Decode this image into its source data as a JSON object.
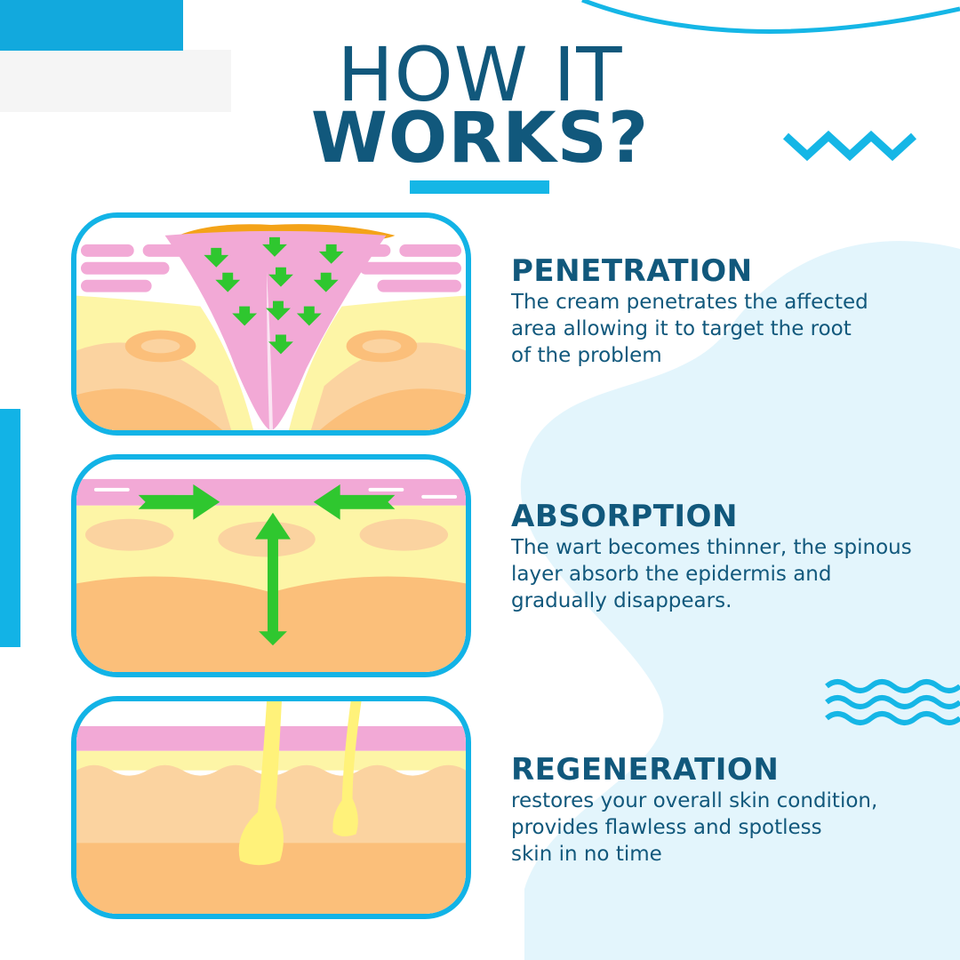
{
  "header": {
    "title_line1": "HOW IT",
    "title_line2": "WORKS?"
  },
  "colors": {
    "navy": "#11587c",
    "accent_blue": "#15b6e6",
    "light_blob": "#e3f5fc",
    "skin_pink": "#f2a9d6",
    "skin_yellow": "#fdf5a6",
    "skin_orange": "#fbbf7a",
    "arrow_green": "#33cc33"
  },
  "steps": [
    {
      "title": "PENETRATION",
      "description_lines": [
        "The cream penetrates the affected",
        "area allowing it to target the root",
        "of the problem"
      ]
    },
    {
      "title": "ABSORPTION",
      "description_lines": [
        "The wart becomes thinner, the spinous",
        "layer absorb the epidermis and",
        "gradually disappears."
      ]
    },
    {
      "title": "REGENERATION",
      "description_lines": [
        "restores your overall skin condition,",
        "provides flawless and spotless",
        "skin in no time"
      ]
    }
  ],
  "icons": [
    "zigzag-icon",
    "wave-icon",
    "down-arrow-icon",
    "right-arrow-icon",
    "left-arrow-icon",
    "up-arrow-icon"
  ]
}
